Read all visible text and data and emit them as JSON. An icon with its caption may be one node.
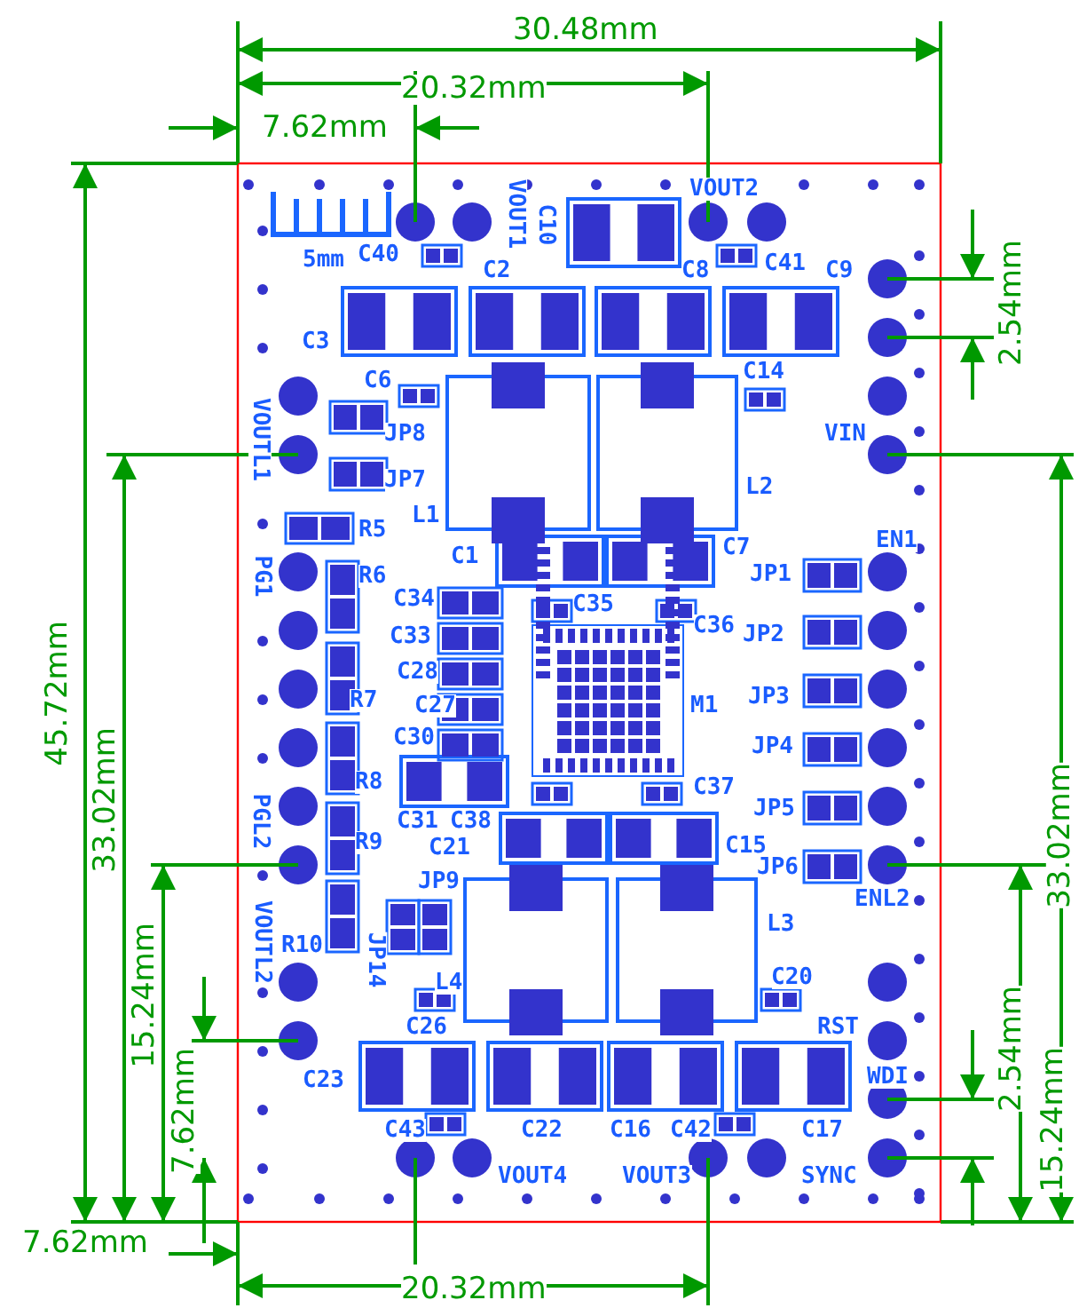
{
  "diagram": {
    "labels": [
      "30.48mm",
      "20.32mm",
      "7.62mm",
      "45.72mm",
      "33.02mm",
      "15.24mm",
      "7.62mm",
      "7.62mm",
      "20.32mm",
      "2.54mm",
      "33.02mm",
      "2.54mm",
      "15.24mm",
      "5mm",
      "C40",
      "VOUT1",
      "C10",
      "VOUT2",
      "C2",
      "C8",
      "C41",
      "C9",
      "C3",
      "C6",
      "C14",
      "VOUTL1",
      "JP8",
      "VIN",
      "JP7",
      "L1",
      "L2",
      "R5",
      "EN1",
      "C1",
      "C7",
      "PG1",
      "R6",
      "JP1",
      "C34",
      "C35",
      "C33",
      "C36",
      "JP2",
      "C28",
      "R7",
      "C27",
      "M1",
      "JP3",
      "C30",
      "JP4",
      "R8",
      "C37",
      "JP5",
      "PGL2",
      "C31",
      "C38",
      "R9",
      "C21",
      "C15",
      "JP6",
      "ENL2",
      "JP9",
      "L3",
      "R10",
      "JP14",
      "VOUTL2",
      "L4",
      "C20",
      "C26",
      "RST",
      "C23",
      "WDI",
      "C43",
      "C22",
      "C16",
      "C42",
      "C17",
      "VOUT4",
      "VOUT3",
      "SYNC"
    ]
  }
}
